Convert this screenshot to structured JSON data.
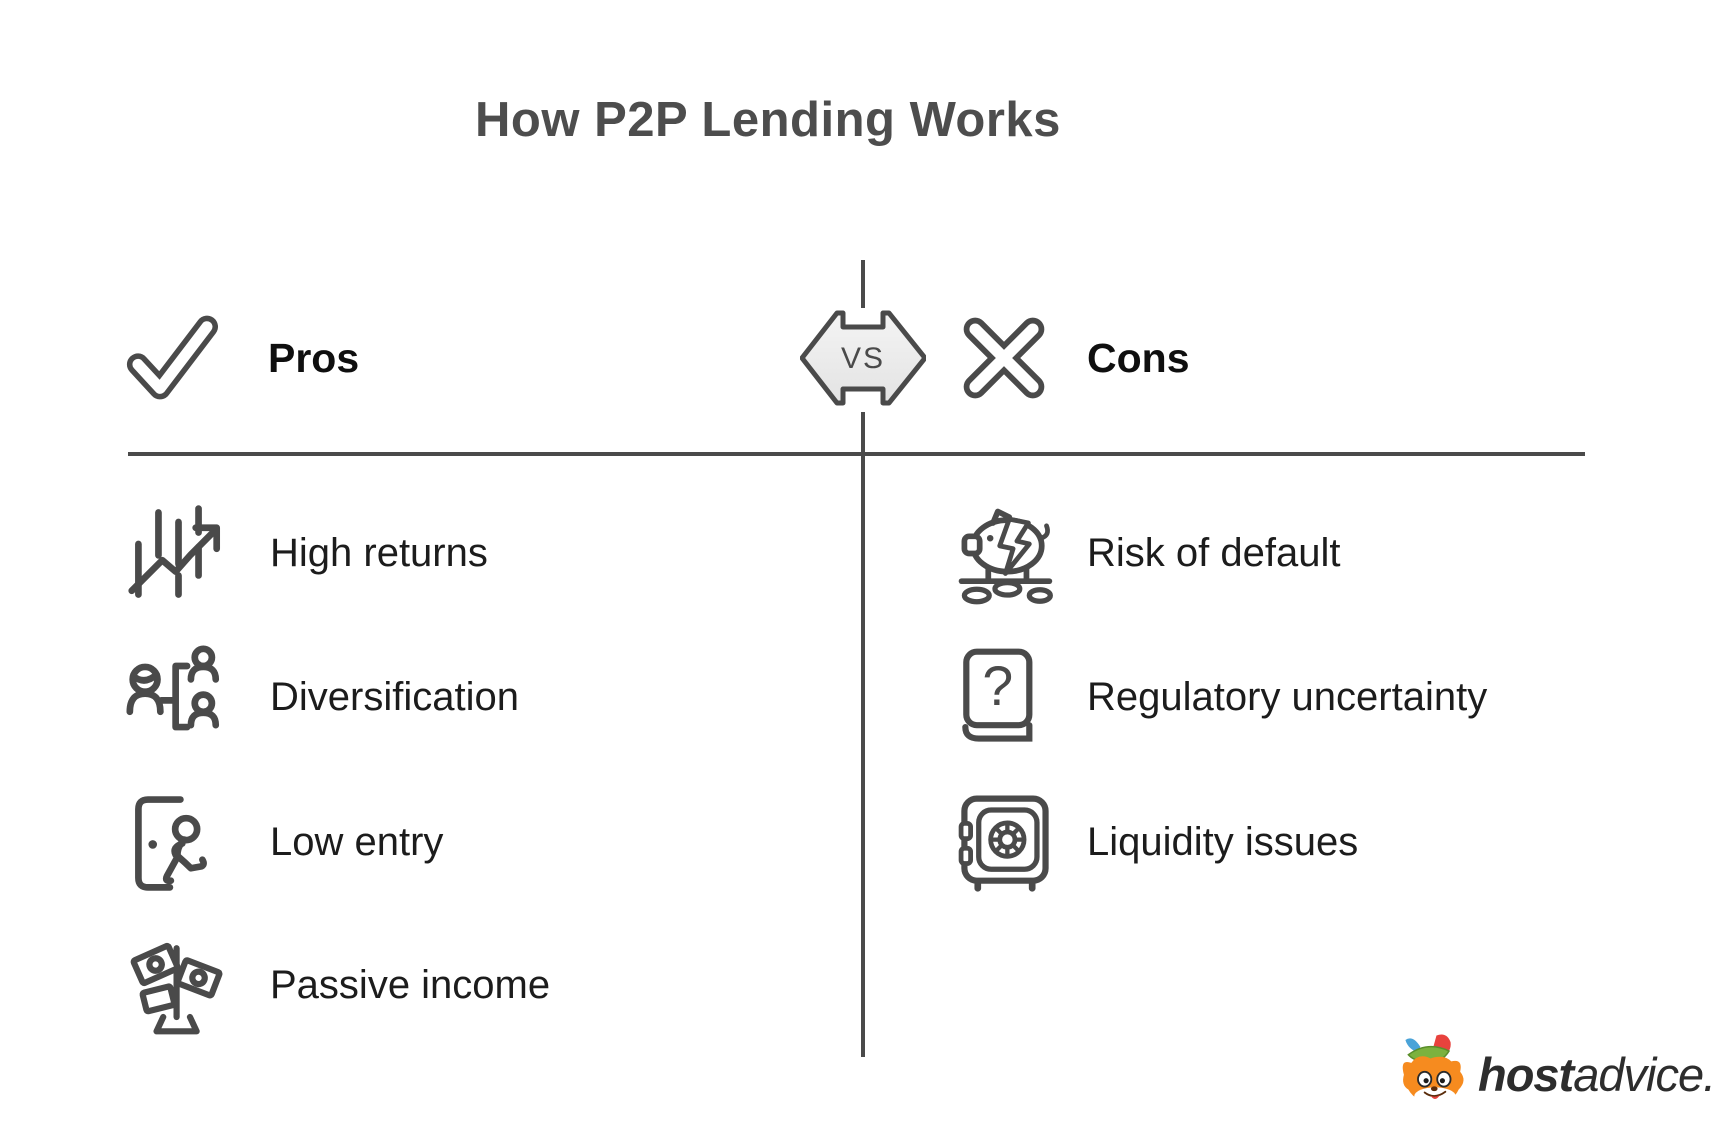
{
  "title": "How P2P Lending Works",
  "vs_label": "VS",
  "pros": {
    "heading": "Pros",
    "icon": "check-icon",
    "items": [
      {
        "label": "High returns",
        "icon": "growth-chart-icon"
      },
      {
        "label": "Diversification",
        "icon": "diversification-people-icon"
      },
      {
        "label": "Low entry",
        "icon": "door-entry-icon"
      },
      {
        "label": "Passive income",
        "icon": "money-tree-icon"
      }
    ]
  },
  "cons": {
    "heading": "Cons",
    "icon": "cross-icon",
    "items": [
      {
        "label": "Risk of default",
        "icon": "broken-piggy-bank-icon"
      },
      {
        "label": "Regulatory uncertainty",
        "icon": "question-book-icon"
      },
      {
        "label": "Liquidity issues",
        "icon": "safe-icon"
      }
    ]
  },
  "branding": {
    "logo_text_bold": "host",
    "logo_text_regular": "advice.",
    "mascot": "fox-mascot-icon"
  },
  "colors": {
    "stroke": "#4a4a4a",
    "title_text": "#4d4d4d",
    "item_text": "#1c1c1c",
    "badge_fill_top": "#f4f4f4",
    "badge_fill_bottom": "#e3e3e3",
    "brand_orange": "#f68b1f",
    "brand_green": "#7cb23e",
    "brand_red": "#e8423d"
  }
}
